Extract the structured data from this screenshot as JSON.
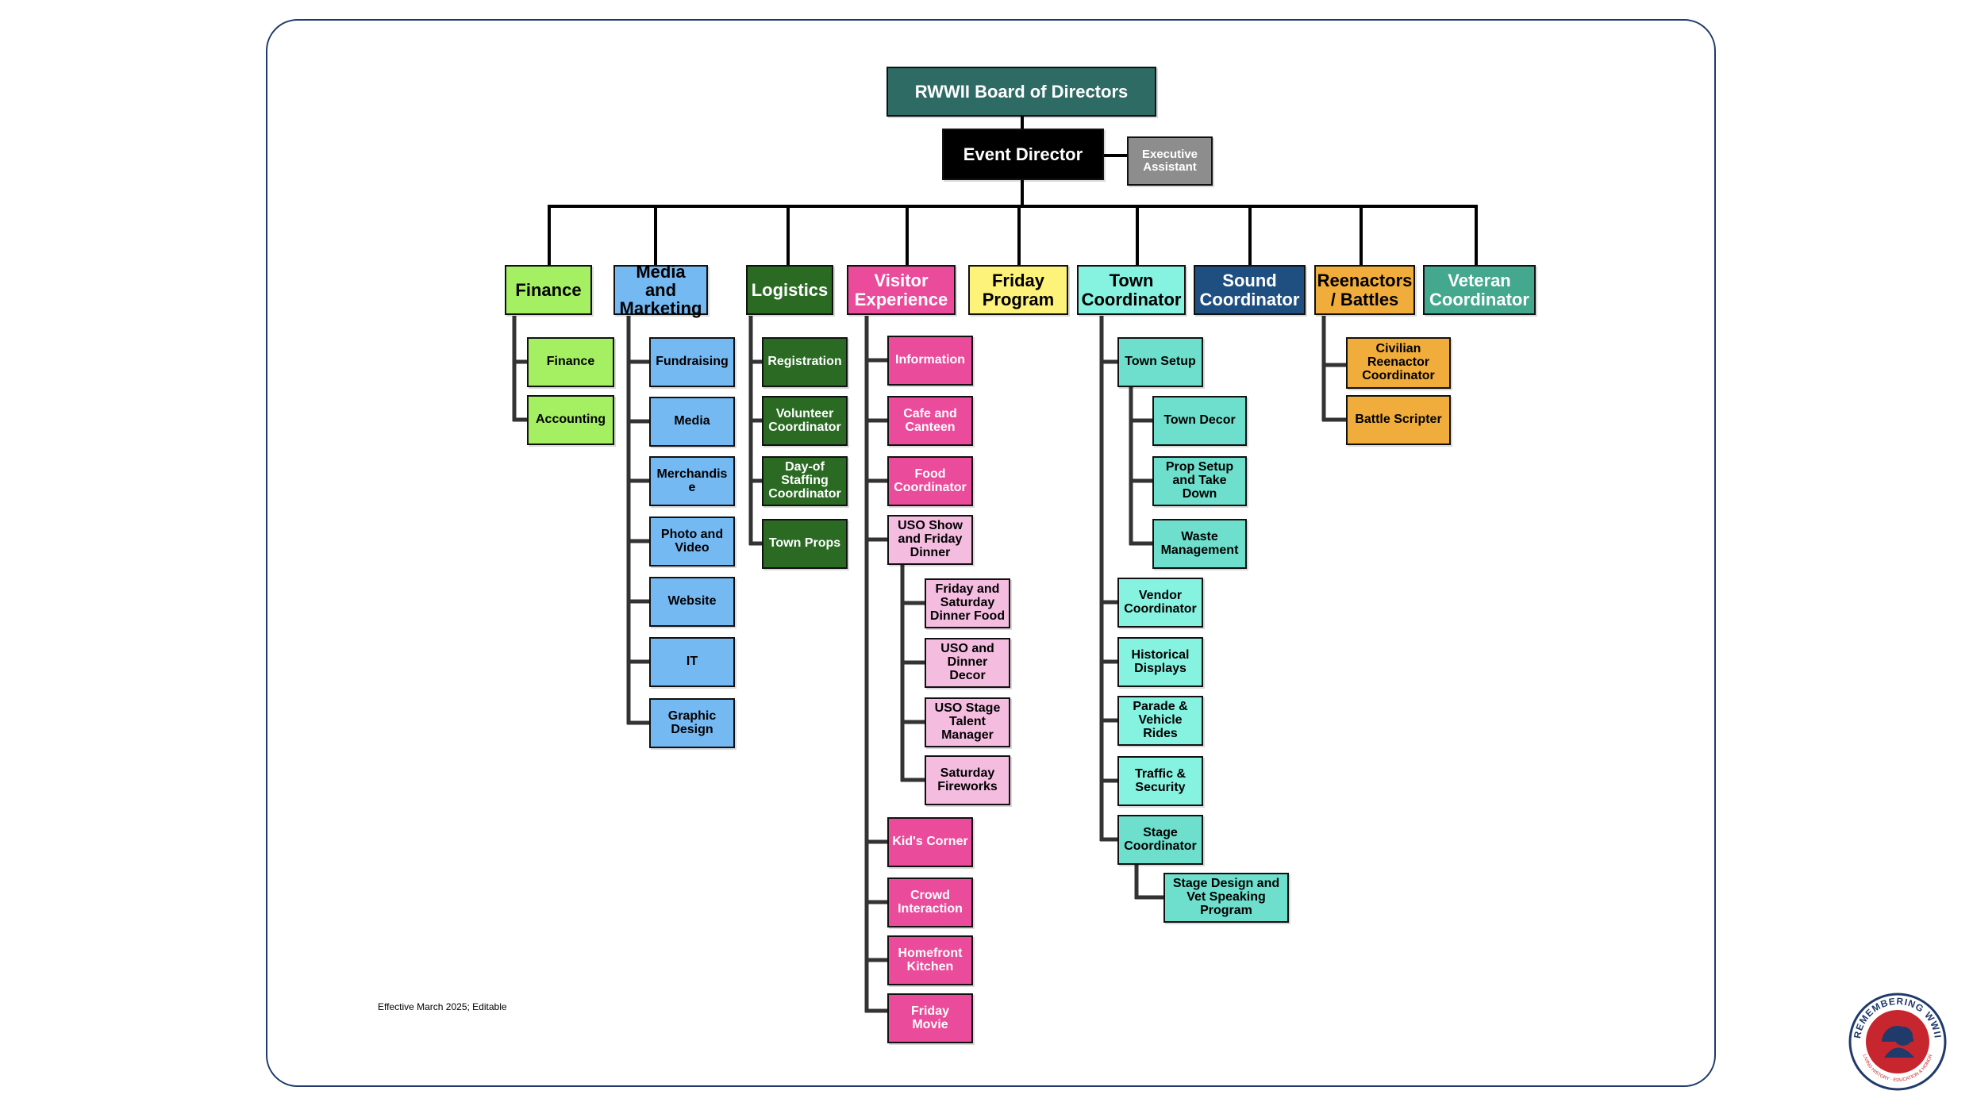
{
  "board": "RWWII Board of Directors",
  "director": "Event Director",
  "exec_assistant": "Executive Assistant",
  "departments": {
    "finance": {
      "title": "Finance",
      "items": [
        "Finance",
        "Accounting"
      ]
    },
    "media": {
      "title": "Media and Marketing",
      "items": [
        "Fundraising",
        "Media",
        "Merchandis e",
        "Photo and Video",
        "Website",
        "IT",
        "Graphic Design"
      ]
    },
    "logistics": {
      "title": "Logistics",
      "items": [
        "Registration",
        "Volunteer Coordinator",
        "Day-of Staffing Coordinator",
        "Town Props"
      ]
    },
    "visitor": {
      "title": "Visitor Experience",
      "items": [
        "Information",
        "Cafe and Canteen",
        "Food Coordinator",
        "USO Show and Friday Dinner",
        "Kid's Corner",
        "Crowd Interaction",
        "Homefront Kitchen",
        "Friday Movie"
      ],
      "uso_items": [
        "Friday and Saturday Dinner Food",
        "USO and Dinner Decor",
        "USO Stage Talent Manager",
        "Saturday Fireworks"
      ]
    },
    "friday": {
      "title": "Friday Program"
    },
    "town": {
      "title": "Town Coordinator",
      "items": [
        "Town Setup",
        "Vendor Coordinator",
        "Historical Displays",
        "Parade & Vehicle Rides",
        "Traffic & Security",
        "Stage Coordinator"
      ],
      "setup_items": [
        "Town Decor",
        "Prop Setup and Take Down",
        "Waste Management"
      ],
      "stage_items": [
        "Stage Design and Vet Speaking Program"
      ]
    },
    "sound": {
      "title": "Sound Coordinator"
    },
    "reenactors": {
      "title": "Reenactors / Battles",
      "items": [
        "Civilian Reenactor Coordinator",
        "Battle Scripter"
      ]
    },
    "veteran": {
      "title": "Veteran Coordinator"
    }
  },
  "footnote": "Effective March 2025; Editable",
  "logo_text": "REMEMBERING WWII",
  "logo_subtext": "LIVING HISTORY · EDUCATION & HONOR"
}
